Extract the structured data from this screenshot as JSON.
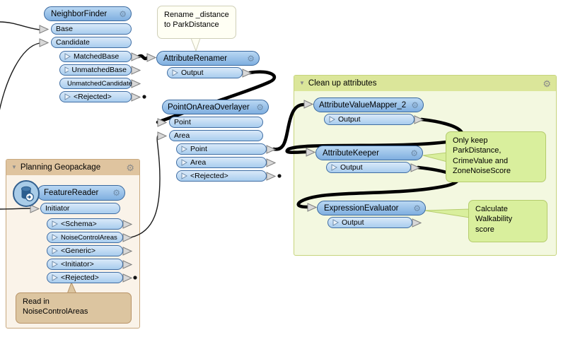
{
  "nodes": {
    "neighborFinder": {
      "title": "NeighborFinder",
      "inputs": [
        "Base",
        "Candidate"
      ],
      "outputs": [
        "MatchedBase",
        "UnmatchedBase",
        "UnmatchedCandidate",
        "<Rejected>"
      ]
    },
    "attributeRenamer": {
      "title": "AttributeRenamer",
      "outputs": [
        "Output"
      ]
    },
    "pointOnAreaOverlayer": {
      "title": "PointOnAreaOverlayer",
      "inputs": [
        "Point",
        "Area"
      ],
      "outputs": [
        "Point",
        "Area",
        "<Rejected>"
      ]
    },
    "featureReader": {
      "title": "FeatureReader",
      "inputs": [
        "Initiator"
      ],
      "outputs": [
        "<Schema>",
        "NoiseControlAreas",
        "<Generic>",
        "<Initiator>",
        "<Rejected>"
      ]
    },
    "attributeValueMapper2": {
      "title": "AttributeValueMapper_2",
      "outputs": [
        "Output"
      ]
    },
    "attributeKeeper": {
      "title": "AttributeKeeper",
      "outputs": [
        "Output"
      ]
    },
    "expressionEvaluator": {
      "title": "ExpressionEvaluator",
      "outputs": [
        "Output"
      ]
    }
  },
  "bookmarks": {
    "planningGeopackage": {
      "title": "Planning Geopackage"
    },
    "cleanUpAttributes": {
      "title": "Clean up attributes"
    }
  },
  "annotations": {
    "renameDistance": "Rename _distance\nto ParkDistance",
    "readIn": "Read in\nNoiseControlAreas",
    "onlyKeep": "Only keep\nParkDistance,\nCrimeValue and\nZoneNoiseScore",
    "calcWalkability": "Calculate\nWalkability\nscore"
  },
  "icons": {
    "gear": "⚙",
    "collapse": "▼"
  },
  "colors": {
    "node_header": "#7fafe0",
    "node_port": "#a9cdee",
    "node_border": "#39689e",
    "bookmark_tan_header": "#dfc49f",
    "bookmark_tan_body": "#faf3e9",
    "bookmark_green_header": "#dbe69a",
    "bookmark_green_body": "#f3f8e0",
    "annotation_cream": "#fffff4",
    "annotation_tan": "#dcc5a0",
    "annotation_green": "#d9ef9d",
    "connection": "#000000"
  }
}
